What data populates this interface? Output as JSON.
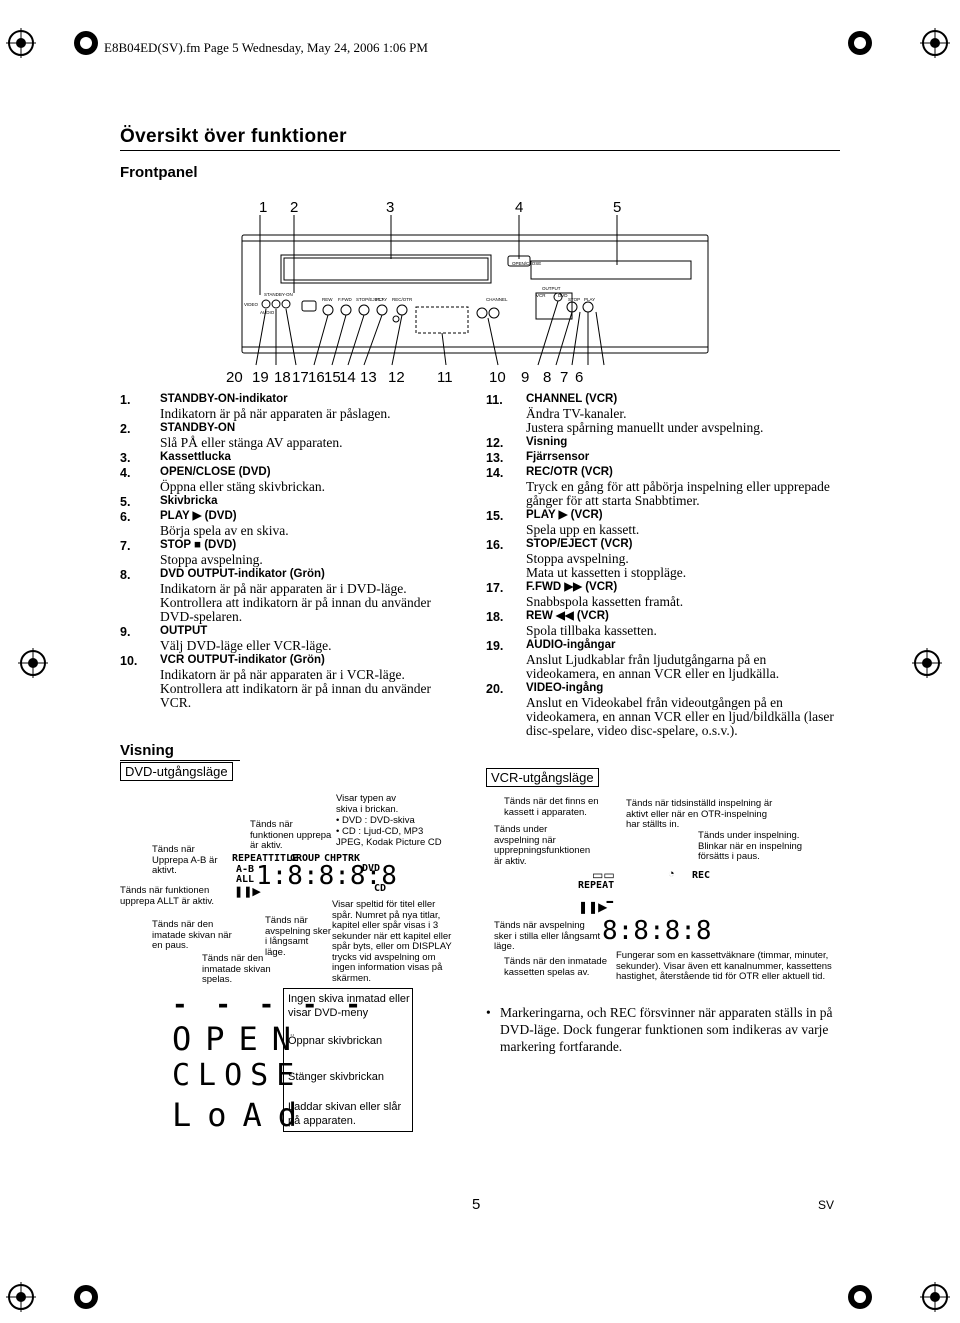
{
  "header": "E8B04ED(SV).fm Page 5 Wednesday, May 24, 2006 1:06 PM",
  "title": "Översikt över funktioner",
  "front_heading": "Frontpanel",
  "top_nums": [
    "1",
    "2",
    "3",
    "4",
    "5"
  ],
  "bottom_nums": [
    "20",
    "19",
    "18",
    "17",
    "16",
    "15",
    "14",
    "13",
    "12",
    "11",
    "10",
    "9",
    "8",
    "7",
    "6"
  ],
  "panel_labels": {
    "open": "OPEN/CLOSE",
    "output": "OUTPUT",
    "standby": "STANDBY-ON",
    "video": "VIDEO",
    "audio": "AUDIO",
    "channel": "CHANNEL",
    "rew": "REW",
    "ffwd": "F.FWD",
    "stop_eject": "STOP/EJECT",
    "play": "PLAY",
    "rec": "REC/OTR",
    "vcr": "VCR",
    "dvd": "DVD",
    "stop": "STOP",
    "play2": "PLAY"
  },
  "left_items": [
    {
      "n": "1.",
      "h": "STANDBY-ON-indikator",
      "d": [
        "Indikatorn är på när apparaten är påslagen."
      ]
    },
    {
      "n": "2.",
      "h": "STANDBY-ON",
      "d": [
        "Slå PÅ eller stänga AV apparaten."
      ]
    },
    {
      "n": "3.",
      "h": "Kassettlucka",
      "d": []
    },
    {
      "n": "4.",
      "h": "OPEN/CLOSE (DVD)",
      "d": [
        "Öppna eller stäng skivbrickan."
      ]
    },
    {
      "n": "5.",
      "h": "Skivbricka",
      "d": []
    },
    {
      "n": "6.",
      "h": "PLAY ▶ (DVD)",
      "d": [
        "Börja spela av en skiva."
      ]
    },
    {
      "n": "7.",
      "h": "STOP ■ (DVD)",
      "d": [
        "Stoppa avspelning."
      ]
    },
    {
      "n": "8.",
      "h": "DVD OUTPUT-indikator (Grön)",
      "d": [
        "Indikatorn är på när apparaten är i DVD-läge.",
        "Kontrollera att indikatorn är på innan du använder DVD-spelaren."
      ]
    },
    {
      "n": "9.",
      "h": "OUTPUT",
      "d": [
        "Välj DVD-läge eller VCR-läge."
      ]
    },
    {
      "n": "10.",
      "h": "VCR OUTPUT-indikator (Grön)",
      "d": [
        "Indikatorn är på när apparaten är i VCR-läge.",
        "Kontrollera att indikatorn är på innan du använder VCR."
      ]
    }
  ],
  "right_items": [
    {
      "n": "11.",
      "h": "CHANNEL (VCR)",
      "d": [
        "Ändra TV-kanaler.",
        "Justera spårning manuellt under avspelning."
      ]
    },
    {
      "n": "12.",
      "h": "Visning",
      "d": []
    },
    {
      "n": "13.",
      "h": "Fjärrsensor",
      "d": []
    },
    {
      "n": "14.",
      "h": "REC/OTR (VCR)",
      "d": [
        "Tryck en gång för att påbörja inspelning eller upprepade gånger för att starta Snabbtimer."
      ]
    },
    {
      "n": "15.",
      "h": "PLAY ▶ (VCR)",
      "d": [
        "Spela upp en kassett."
      ]
    },
    {
      "n": "16.",
      "h": "STOP/EJECT (VCR)",
      "d": [
        "Stoppa avspelning.",
        "Mata ut kassetten i stoppläge."
      ]
    },
    {
      "n": "17.",
      "h": "F.FWD ▶▶ (VCR)",
      "d": [
        "Snabbspola kassetten framåt."
      ]
    },
    {
      "n": "18.",
      "h": "REW ◀◀ (VCR)",
      "d": [
        "Spola tillbaka kassetten."
      ]
    },
    {
      "n": "19.",
      "h": "AUDIO-ingångar",
      "d": [
        "Anslut Ljudkablar från ljudutgångarna på en videokamera, en annan VCR eller en ljudkälla."
      ]
    },
    {
      "n": "20.",
      "h": "VIDEO-ingång",
      "d": [
        "Anslut en Videokabel från videoutgången på en videokamera, en annan VCR eller en ljud/bildkälla (laser disc-spelare, video disc-spelare, o.s.v.)."
      ]
    }
  ],
  "visning_heading": "Visning",
  "dvd_mode": "DVD-utgångsläge",
  "vcr_mode": "VCR-utgångsläge",
  "dvd_notes": {
    "repeat_ab": "Tänds när Upprepa A-B är aktivt.",
    "repeat_all": "Tänds när funktionen upprepa ALLT är aktiv.",
    "pause": "Tänds när den imatade skivan när en paus.",
    "inserted": "Tänds när den inmatade skivan spelas.",
    "slow": "Tänds när avspelning sker i långsamt läge.",
    "function": "Tänds när funktionen upprepa är aktiv.",
    "disc_type": "Visar typen av skiva i brickan.",
    "disc_dvd": "• DVD : DVD-skiva",
    "disc_cd": "• CD   : Ljud-CD, MP3 JPEG, Kodak Picture CD",
    "time": "Visar speltid för titel eller spår. Numret på nya titlar, kapitel eller spår visas i 3 sekunder när ett kapitel eller spår byts, eller om DISPLAY trycks vid avspelning om ingen information visas på skärmen."
  },
  "dvd_lcd": {
    "repeat": "REPEAT",
    "title": "TITLE",
    "group": "GROUP",
    "chp": "CHP",
    "trk": "TRK",
    "ab": "A-B",
    "all": "ALL",
    "digits": "1:8:8:8:8",
    "dvd": "DVD",
    "cd": "CD"
  },
  "messages": [
    {
      "code": "- - - - -",
      "text": "Ingen skiva inmatad eller visar DVD-meny"
    },
    {
      "code": "OPEN",
      "text": "Öppnar skivbrickan"
    },
    {
      "code": "CLOSE",
      "text": "Stänger skivbrickan"
    },
    {
      "code": "LoAd",
      "text": "Laddar skivan eller slår på apparaten."
    }
  ],
  "vcr_notes": {
    "cassette": "Tänds när det finns en kassett i apparaten.",
    "repeat": "Tänds under avspelning när upprepningsfunktionen är aktiv.",
    "timer": "Tänds när tidsinställd inspelning är aktivt eller när en OTR-inspelning har ställts in.",
    "rec": "Tänds under inspelning. Blinkar när en inspelning försätts i paus.",
    "slow": "Tänds när avspelning sker i stilla eller långsamt läge.",
    "inserted": "Tänds när den inmatade kassetten spelas av.",
    "counter": "Fungerar som en kassettväknare (timmar, minuter, sekunder). Visar även ett kanalnummer, kassettens hastighet, återstående tid för OTR eller aktuell tid."
  },
  "vcr_lcd": {
    "repeat": "REPEAT",
    "rec": "REC",
    "digits": "- 8:8:8:8"
  },
  "bullet": "Markeringarna, och REC försvinner när apparaten ställs in på DVD-läge. Dock fungerar funktionen som indikeras av varje markering fortfarande.",
  "page_num": "5",
  "lang": "SV"
}
